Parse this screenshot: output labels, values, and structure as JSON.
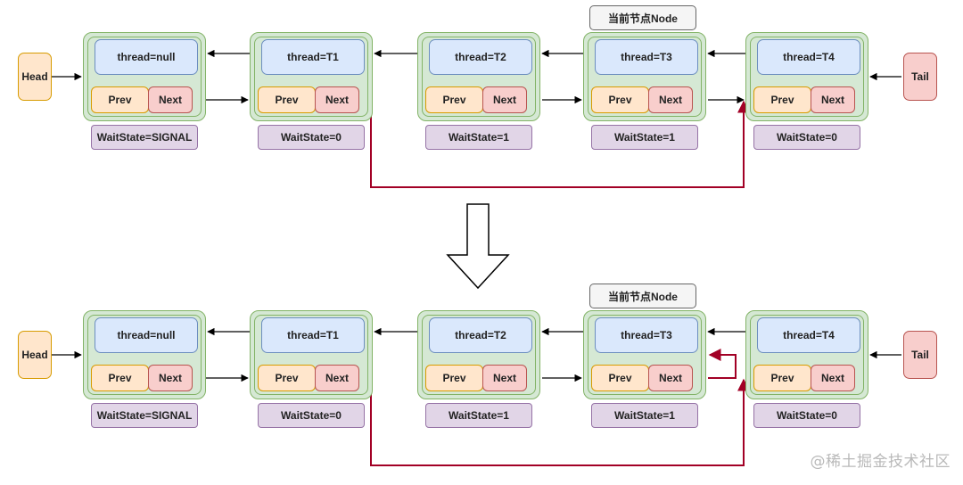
{
  "colors": {
    "node_fill": "#d5e8d4",
    "node_border": "#82b366",
    "thread_fill": "#dae8fc",
    "prev_fill": "#ffe6cc",
    "next_fill": "#f8cecc",
    "wait_fill": "#e1d5e7",
    "red_link": "#a20025",
    "black_link": "#000000"
  },
  "head_label": "Head",
  "tail_label": "Tail",
  "current_node_label": "当前节点Node",
  "prev_label": "Prev",
  "next_label": "Next",
  "before": {
    "nodes": [
      {
        "thread": "thread=null",
        "wait_state": "WaitState=SIGNAL"
      },
      {
        "thread": "thread=T1",
        "wait_state": "WaitState=0"
      },
      {
        "thread": "thread=T2",
        "wait_state": "WaitState=1"
      },
      {
        "thread": "thread=T3",
        "wait_state": "WaitState=1"
      },
      {
        "thread": "thread=T4",
        "wait_state": "WaitState=0"
      }
    ]
  },
  "after": {
    "nodes": [
      {
        "thread": "thread=null",
        "wait_state": "WaitState=SIGNAL"
      },
      {
        "thread": "thread=T1",
        "wait_state": "WaitState=0"
      },
      {
        "thread": "thread=T2",
        "wait_state": "WaitState=1"
      },
      {
        "thread": "thread=T3",
        "wait_state": "WaitState=1"
      },
      {
        "thread": "thread=T4",
        "wait_state": "WaitState=0"
      }
    ]
  },
  "watermark": "@稀土掘金技术社区"
}
